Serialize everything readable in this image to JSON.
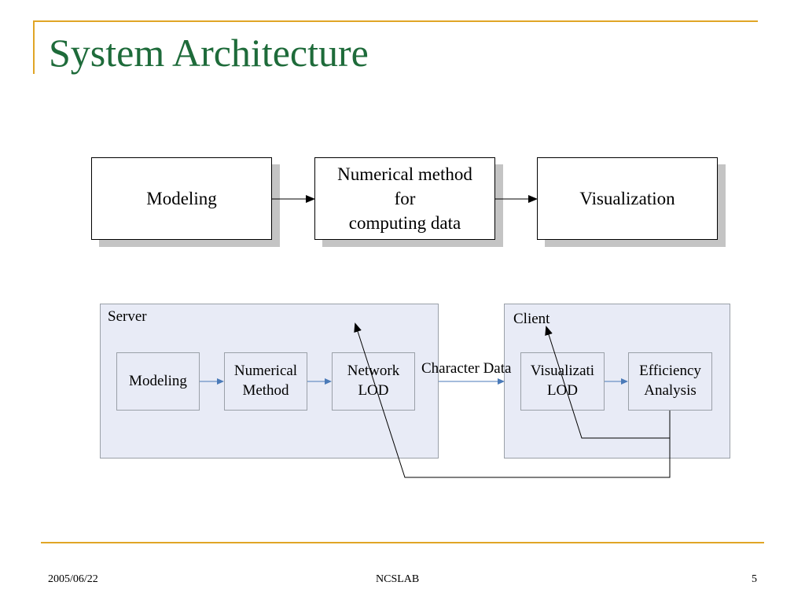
{
  "slide": {
    "title": "System Architecture"
  },
  "top_flow": {
    "modeling": "Modeling",
    "numerical": "Numerical method\nfor\ncomputing data",
    "visualization": "Visualization"
  },
  "server": {
    "label": "Server",
    "modeling": "Modeling",
    "numerical_method": "Numerical\nMethod",
    "network_lod": "Network\nLOD"
  },
  "connection": {
    "label": "Character Data"
  },
  "client": {
    "label": "Client",
    "visualization_lod": "Visualizati\nLOD",
    "efficiency_analysis": "Efficiency\nAnalysis"
  },
  "footer": {
    "date": "2005/06/22",
    "org": "NCSLAB",
    "page": "5"
  },
  "colors": {
    "title": "#1e6b3a",
    "accent": "#e0a526",
    "panel_fill": "#e8ebf6",
    "flow_arrow": "#4a7ab8"
  }
}
